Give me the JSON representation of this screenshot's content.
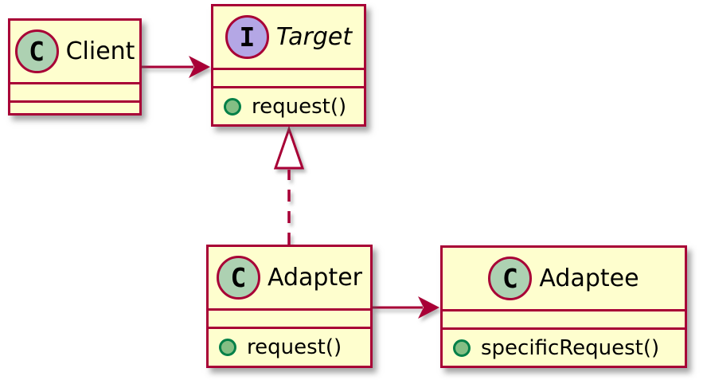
{
  "diagram": {
    "type": "uml-class-diagram",
    "pattern": "Adapter",
    "colors": {
      "box_fill": "#FEFECE",
      "line": "#A80036",
      "class_circle_fill": "#ADD1B2",
      "interface_circle_fill": "#B4A7E5",
      "method_dot_fill": "#84BE84",
      "method_dot_border": "#038048",
      "text": "#000000",
      "background": "#ffffff"
    },
    "classes": {
      "client": {
        "name": "Client",
        "stereotype": "C",
        "kind": "class",
        "methods": []
      },
      "target": {
        "name": "Target",
        "stereotype": "I",
        "kind": "interface",
        "methods": [
          "request()"
        ]
      },
      "adapter": {
        "name": "Adapter",
        "stereotype": "C",
        "kind": "class",
        "methods": [
          "request()"
        ]
      },
      "adaptee": {
        "name": "Adaptee",
        "stereotype": "C",
        "kind": "class",
        "methods": [
          "specificRequest()"
        ]
      }
    },
    "relations": [
      {
        "from": "Client",
        "to": "Target",
        "type": "directed-association",
        "style": "solid-arrow"
      },
      {
        "from": "Adapter",
        "to": "Target",
        "type": "realization",
        "style": "dashed-hollow-triangle"
      },
      {
        "from": "Adapter",
        "to": "Adaptee",
        "type": "directed-association",
        "style": "solid-arrow"
      }
    ]
  }
}
